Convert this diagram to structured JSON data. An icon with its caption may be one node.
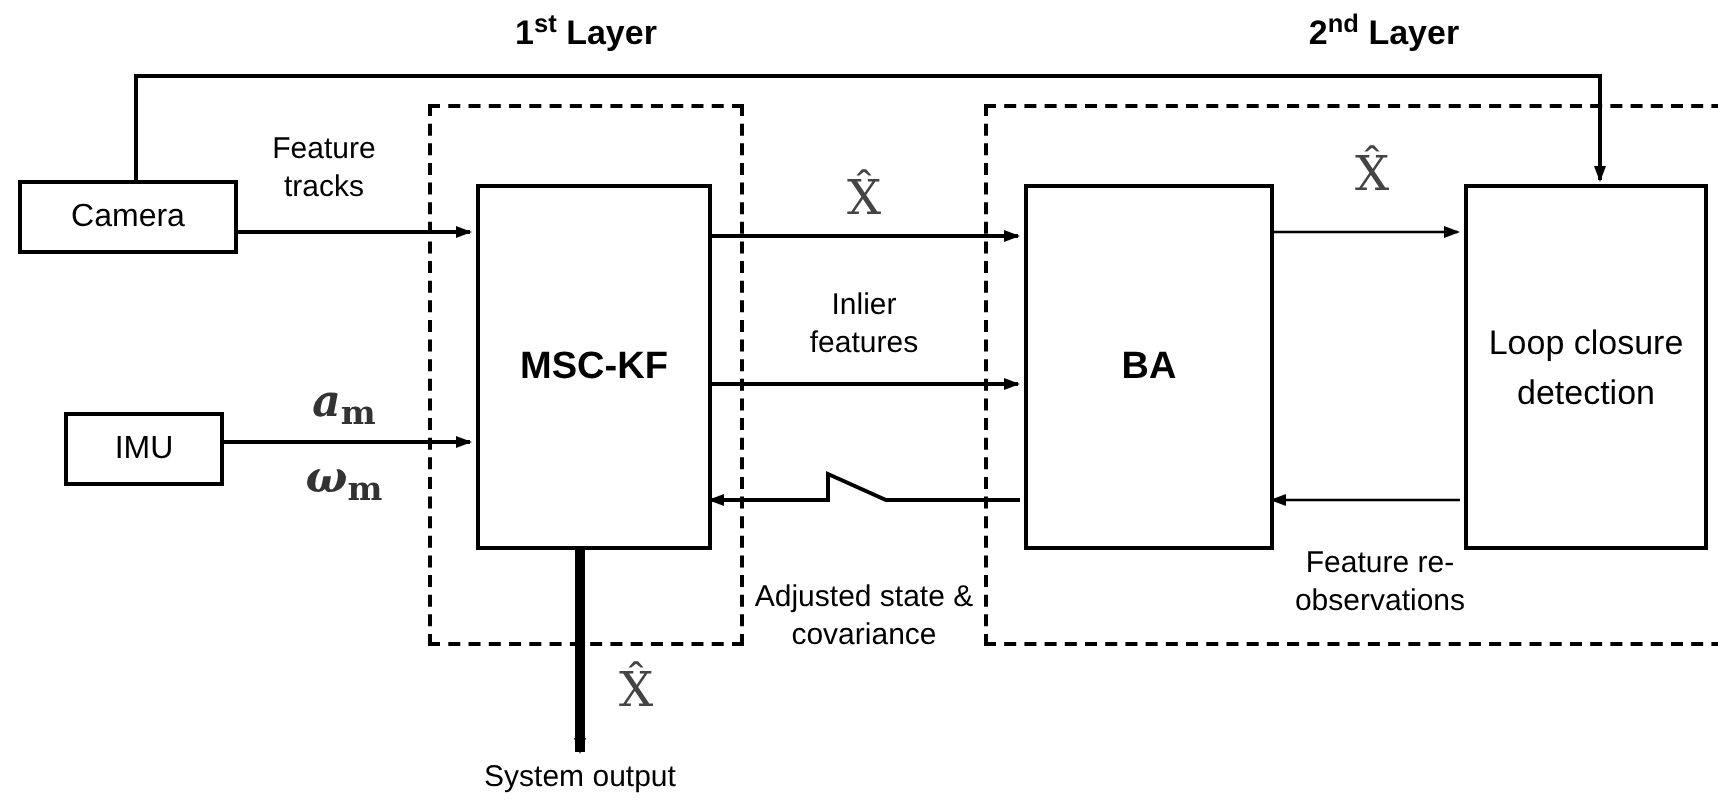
{
  "diagram": {
    "nodes": [
      {
        "text": [
          "1$^{st}$ Layer"
        ]
      },
      {
        "text": [
          "2$^{nd}$ Layer"
        ]
      },
      {
        "text": [
          "Camera"
        ]
      },
      {
        "text": [
          "IMU"
        ]
      },
      {
        "text": [
          "MSC-KF"
        ],
        "in": 0
      },
      {
        "text": [
          "BA"
        ],
        "in": 1
      },
      {
        "text": [
          "Loop closure detection"
        ],
        "in": 1
      },
      {
        "text": [
          "System output"
        ]
      }
    ],
    "edges": [
      {
        "from": 2,
        "to": 4,
        "arrow": "to",
        "label": "Feature tracks"
      },
      {
        "from": 2,
        "to": 6,
        "arrow": "to"
      },
      {
        "from": 3,
        "to": 4,
        "arrow": "to",
        "label": "*a*$_{m}$"
      },
      {
        "from": 4,
        "to": 5,
        "arrow": "to",
        "label": "X̂"
      },
      {
        "from": 4,
        "to": 5,
        "arrow": "to",
        "label": "Inlier features"
      },
      {
        "from": 5,
        "to": 4,
        "arrow": "to",
        "label": "Adjusted state & covariance"
      },
      {
        "from": 5,
        "to": 6,
        "arrow": "to",
        "label": "X̂"
      },
      {
        "from": 6,
        "to": 5,
        "arrow": "to",
        "label": "Feature re-observations"
      },
      {
        "from": 4,
        "to": 7,
        "arrow": "to",
        "label": "X̂",
        "style": "thick"
      }
    ],
    "labels": [
      "*ω*$_{m}$"
    ]
  }
}
